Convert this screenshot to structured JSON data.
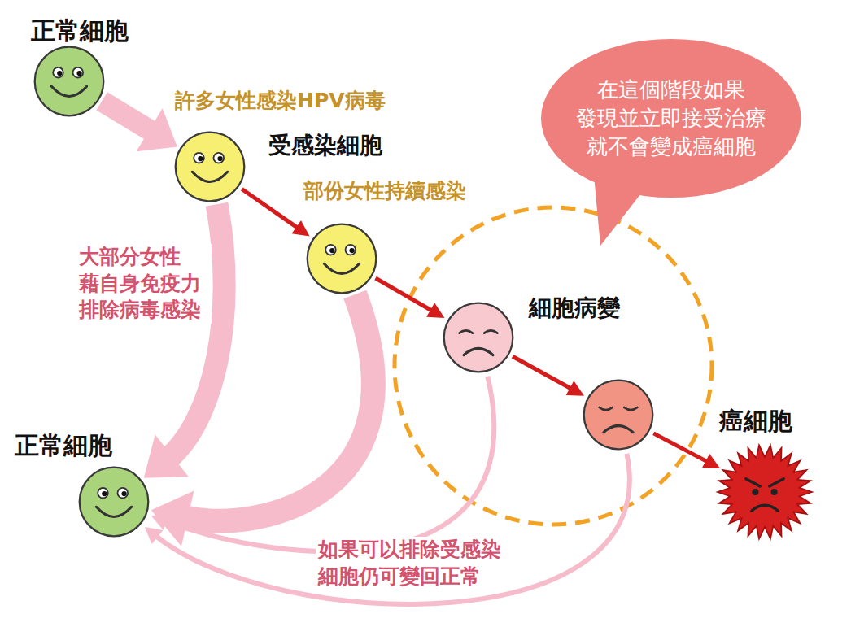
{
  "diagram": {
    "nodes": [
      {
        "text": [
          "正常細胞"
        ]
      },
      {
        "text": [
          "受感染細胞"
        ]
      },
      {
        "text": []
      },
      {
        "text": [
          "細胞病變"
        ]
      },
      {
        "text": []
      },
      {
        "text": [
          "癌細胞"
        ]
      },
      {
        "text": [
          "正常細胞"
        ]
      },
      {
        "text": [
          "在這個階段如果 發現並立即接受治療 就不會變成癌細胞"
        ]
      }
    ],
    "edges": [
      {
        "from": 0,
        "to": 1,
        "arrow": "to",
        "label": "許多女性感染HPV病毒"
      },
      {
        "from": 1,
        "to": 2,
        "arrow": "to",
        "label": "部份女性持續感染"
      },
      {
        "from": 2,
        "to": 3,
        "arrow": "to"
      },
      {
        "from": 3,
        "to": 4,
        "arrow": "to"
      },
      {
        "from": 4,
        "to": 5,
        "arrow": "to"
      },
      {
        "from": 1,
        "to": 6,
        "arrow": "to",
        "label": "大部分女性 藉自身免疫力 排除病毒感染"
      },
      {
        "from": 2,
        "to": 6,
        "arrow": "to",
        "label": "如果可以排除受感染 細胞仍可變回正常"
      },
      {
        "from": 3,
        "to": 6,
        "arrow": "to"
      },
      {
        "from": 4,
        "to": 6,
        "arrow": "to"
      }
    ]
  }
}
